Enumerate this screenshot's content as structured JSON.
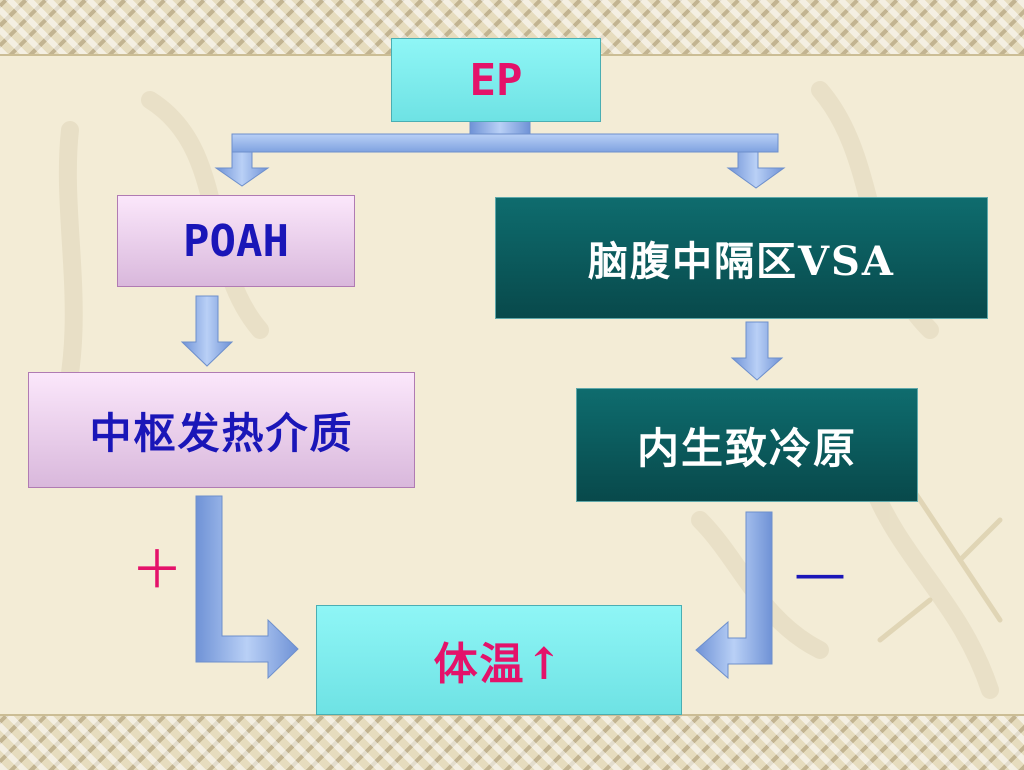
{
  "diagram": {
    "nodes": {
      "ep": "EP",
      "poah": "POAH",
      "vsa": "脑腹中隔区VSA",
      "mediator": "中枢发热介质",
      "cryogen": "内生致冷原",
      "temperature": "体温↑"
    },
    "edge_labels": {
      "positive": "＋",
      "negative": "—"
    },
    "edges": [
      {
        "from": "ep",
        "to": "poah"
      },
      {
        "from": "ep",
        "to": "vsa"
      },
      {
        "from": "poah",
        "to": "mediator"
      },
      {
        "from": "vsa",
        "to": "cryogen"
      },
      {
        "from": "mediator",
        "to": "temperature",
        "label": "positive"
      },
      {
        "from": "cryogen",
        "to": "temperature",
        "label": "negative"
      }
    ]
  },
  "colors": {
    "accent_magenta": "#e4126a",
    "accent_blue": "#1a16b8",
    "box_cyan": "#7ff0f0",
    "box_pink": "#efd3f0",
    "box_teal": "#0b5b5d",
    "arrow_blue": "#8fb4ee"
  }
}
